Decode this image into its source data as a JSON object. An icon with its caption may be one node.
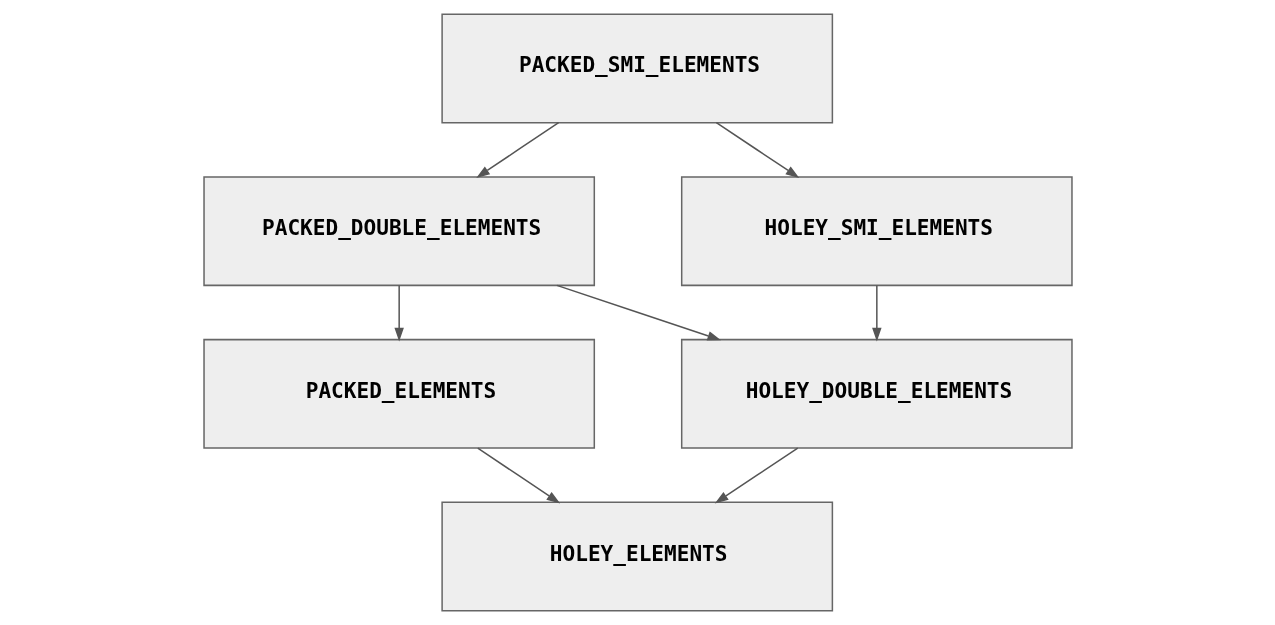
{
  "diagram": {
    "nodes": [
      {
        "text": [
          "PACKED_SMI_ELEMENTS"
        ]
      },
      {
        "text": [
          "PACKED_DOUBLE_ELEMENTS"
        ]
      },
      {
        "text": [
          "HOLEY_SMI_ELEMENTS"
        ]
      },
      {
        "text": [
          "PACKED_ELEMENTS"
        ]
      },
      {
        "text": [
          "HOLEY_DOUBLE_ELEMENTS"
        ]
      },
      {
        "text": [
          "HOLEY_ELEMENTS"
        ]
      }
    ],
    "edges": [
      {
        "from": 0,
        "to": 1,
        "arrow": "to"
      },
      {
        "from": 0,
        "to": 2,
        "arrow": "to"
      },
      {
        "from": 1,
        "to": 3,
        "arrow": "to"
      },
      {
        "from": 1,
        "to": 4,
        "arrow": "to"
      },
      {
        "from": 2,
        "to": 4,
        "arrow": "to"
      },
      {
        "from": 3,
        "to": 5,
        "arrow": "to"
      },
      {
        "from": 4,
        "to": 5,
        "arrow": "to"
      }
    ]
  }
}
